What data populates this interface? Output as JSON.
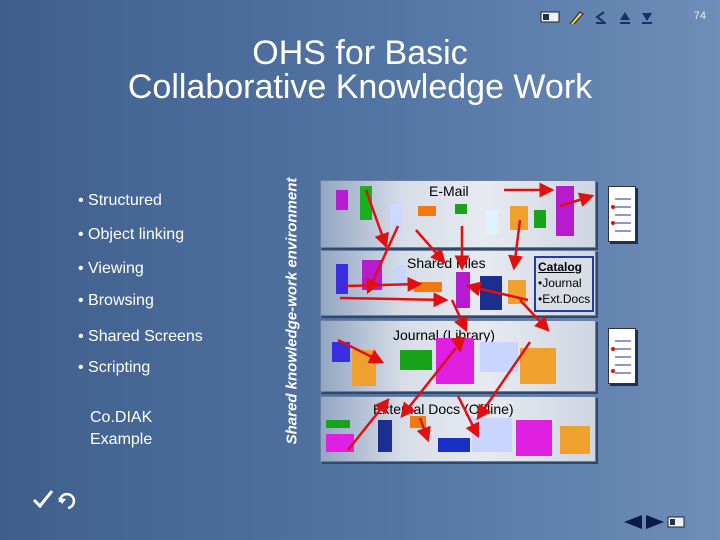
{
  "slide_number": "74",
  "title_line1": "OHS for Basic",
  "title_line2": "Collaborative Knowledge Work",
  "bullets": [
    "• Structured",
    "• Object linking",
    "• Viewing",
    "• Browsing",
    "• Shared Screens",
    "• Scripting"
  ],
  "example_line1": "Co.DIAK",
  "example_line2": "Example",
  "vertical_label": "Shared knowledge-work environment",
  "bands": {
    "email": "E-Mail",
    "shared_files": "Shared Files",
    "journal": "Journal (Library)",
    "external": "External Docs (Offline)"
  },
  "catalog": {
    "title": "Catalog",
    "line1": "•Journal",
    "line2": "•Ext.Docs"
  },
  "icons": [
    "slide-view-icon",
    "pen-icon",
    "prev-slide-icon",
    "up-icon",
    "down-icon",
    "checkmark-icon",
    "back-arrow-icon",
    "next-arrow-icon",
    "slide-sorter-icon"
  ],
  "colors": {
    "background": "#4f6f9e",
    "arrow": "#e01010",
    "catalog_border": "#1f3ca8"
  }
}
